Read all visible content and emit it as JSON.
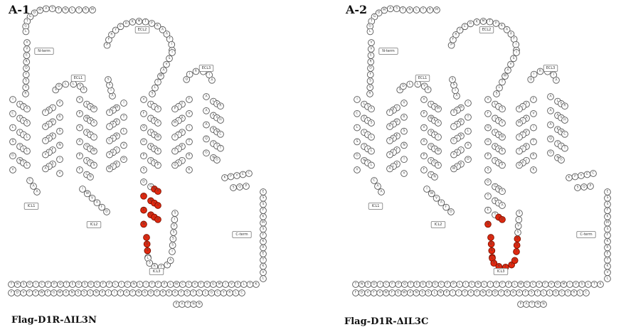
{
  "panels": [
    {
      "label": "A-1",
      "caption": "Flag-D1R-ΔIL3N",
      "highlight": "IL3 N-terminal half",
      "region_tags": [
        "N-term",
        "ECL1",
        "ECL2",
        "ECL3",
        "ICL1",
        "ICL2",
        "ICL3",
        "C-term"
      ]
    },
    {
      "label": "A-2",
      "caption": "Flag-D1R-ΔIL3C",
      "highlight": "IL3 C-terminal half",
      "region_tags": [
        "N-term",
        "ECL1",
        "ECL2",
        "ECL3",
        "ICL1",
        "ICL2",
        "ICL3",
        "C-term"
      ]
    }
  ],
  "colors": {
    "residue_fill": "#ffffff",
    "residue_stroke": "#555555",
    "deleted_residue": "#e2280f"
  },
  "residue_letters": "MRTLNTSAMDGTGLVVERDFSVRILTACFLSLLILSTLLGNTLVCAAVIRFRHLRSKVTNFFVISLAVSDLLVAVLVMPWKAVAEIAGFWPFGSFCNIWVAFDIMCSTASILNLCVISVDRYWAISSPFRYERKMTPKAAFILISVAWTLSVLISFIPVQLSWHKAKPTSPSDGNATSLAETIDNCDSSLSRTYAISSSVISFYIPVAIMIVTYTRIYRIAQKQIRRIAALERAAVHAKNCQTTTGNGKPVECSQPESSFKMSFKRETKVLKTLSVIMGVFVCCWLPFFILNCILPFCGSGETQPFCIDSNTFDVFVWFGWANSSLNPIIYAFNADFRKAFSTLLGCYRLCPATNNAIETVSINNNGAAMFSSHHEPRGSISKECNLVYLIPHAVGSSEDLKKEEAAGIARPLEKLSPALSVILDYDTDVSLEKIQPITQNGQHPT"
}
